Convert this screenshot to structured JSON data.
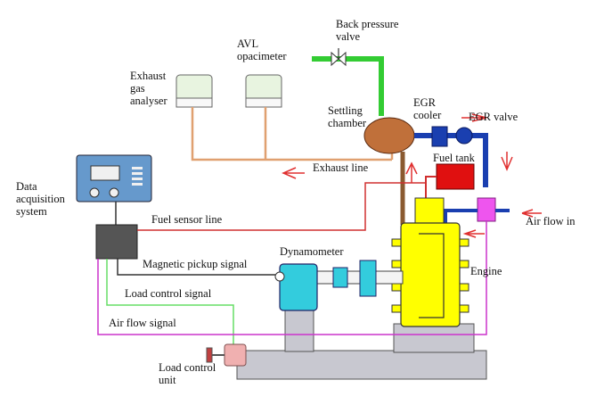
{
  "labels": {
    "back_pressure_valve": [
      "Back pressure",
      "valve"
    ],
    "avl_opacimeter": [
      "AVL",
      "opacimeter"
    ],
    "exhaust_gas_analyser": [
      "Exhaust",
      "gas",
      "analyser"
    ],
    "settling_chamber": [
      "Settling",
      "chamber"
    ],
    "egr_cooler": [
      "EGR",
      "cooler"
    ],
    "egr_valve": "EGR valve",
    "fuel_tank": "Fuel tank",
    "exhaust_line": "Exhaust line",
    "data_acquisition_system": [
      "Data",
      "acquisition",
      "system"
    ],
    "fuel_sensor_line": "Fuel sensor line",
    "air_flow_in": "Air flow in",
    "dynamometer": "Dynamometer",
    "magnetic_pickup_signal": "Magnetic pickup signal",
    "engine": "Engine",
    "load_control_signal": "Load control signal",
    "air_flow_signal": "Air flow signal",
    "load_control_unit": [
      "Load control",
      "unit"
    ]
  },
  "colors": {
    "exhaust_pipe_green": "#33cc33",
    "egr_blue": "#1a3fb0",
    "settling_chamber": "#c0703a",
    "fuel_tank": "#e01010",
    "fuel_line": "#d03030",
    "exhaust_line": "#e0a070",
    "engine_yellow": "#ffff00",
    "dynamometer_cyan": "#33ccdd",
    "daq_blue": "#6699cc",
    "daq_dark": "#555555",
    "air_signal_magenta": "#cc33cc",
    "load_signal_green": "#66dd66",
    "bed_gray": "#c8c8d0",
    "arrow_red": "#e03030",
    "load_unit_pink": "#f0b0b0",
    "analyser_green": "#e8f4e0"
  },
  "icons": [
    "valve-icon",
    "flow-arrow-icon"
  ]
}
